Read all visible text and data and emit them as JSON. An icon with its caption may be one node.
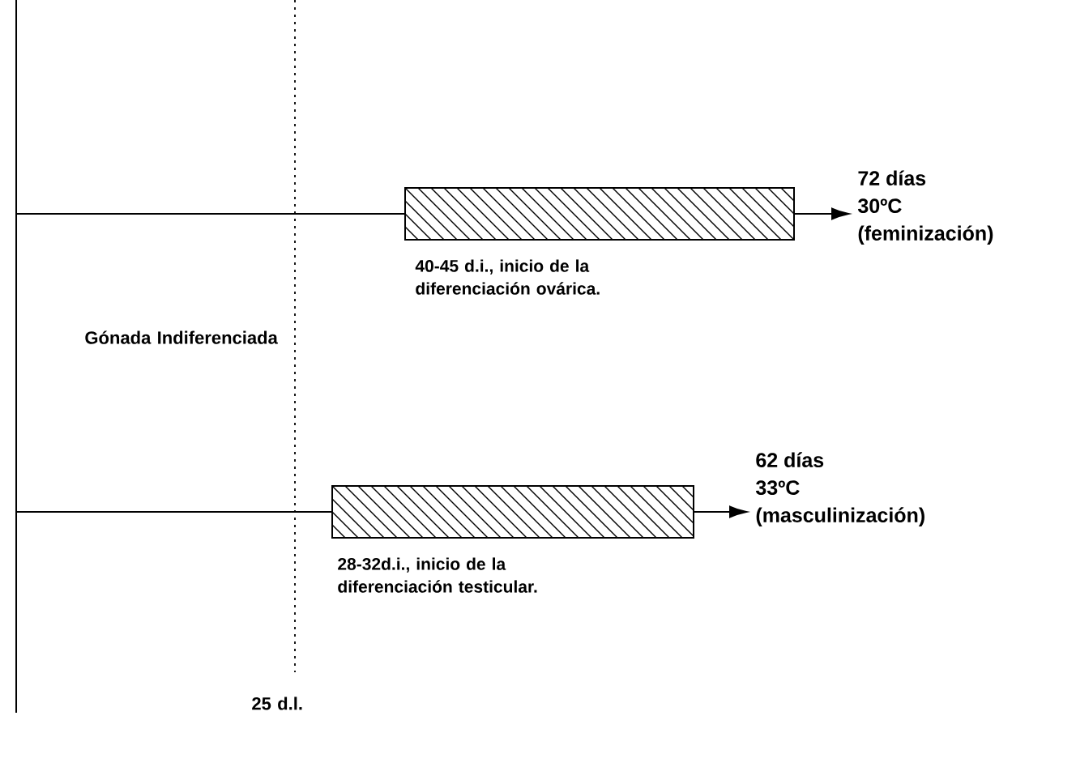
{
  "diagram": {
    "nodes": [
      {
        "text": [],
        "shape": "bar",
        "beside": [
          "40-45 d.i., inicio de la diferenciación ovárica."
        ]
      },
      {
        "text": [
          "72 días",
          "30ºC",
          "(feminización)"
        ]
      },
      {
        "text": [],
        "shape": "bar",
        "beside": [
          "28-32d.i., inicio de la diferenciación testicular."
        ]
      },
      {
        "text": [
          "62 días",
          "33ºC",
          "(masculinización)"
        ]
      }
    ],
    "edges": [
      {
        "from": null,
        "to": 0,
        "arrow": "none"
      },
      {
        "from": 0,
        "to": 1,
        "arrow": "to"
      },
      {
        "from": null,
        "to": 2,
        "arrow": "none"
      },
      {
        "from": 2,
        "to": 3,
        "arrow": "to"
      }
    ],
    "labels": [
      "Gónada Indiferenciada",
      "25 d.l."
    ]
  }
}
